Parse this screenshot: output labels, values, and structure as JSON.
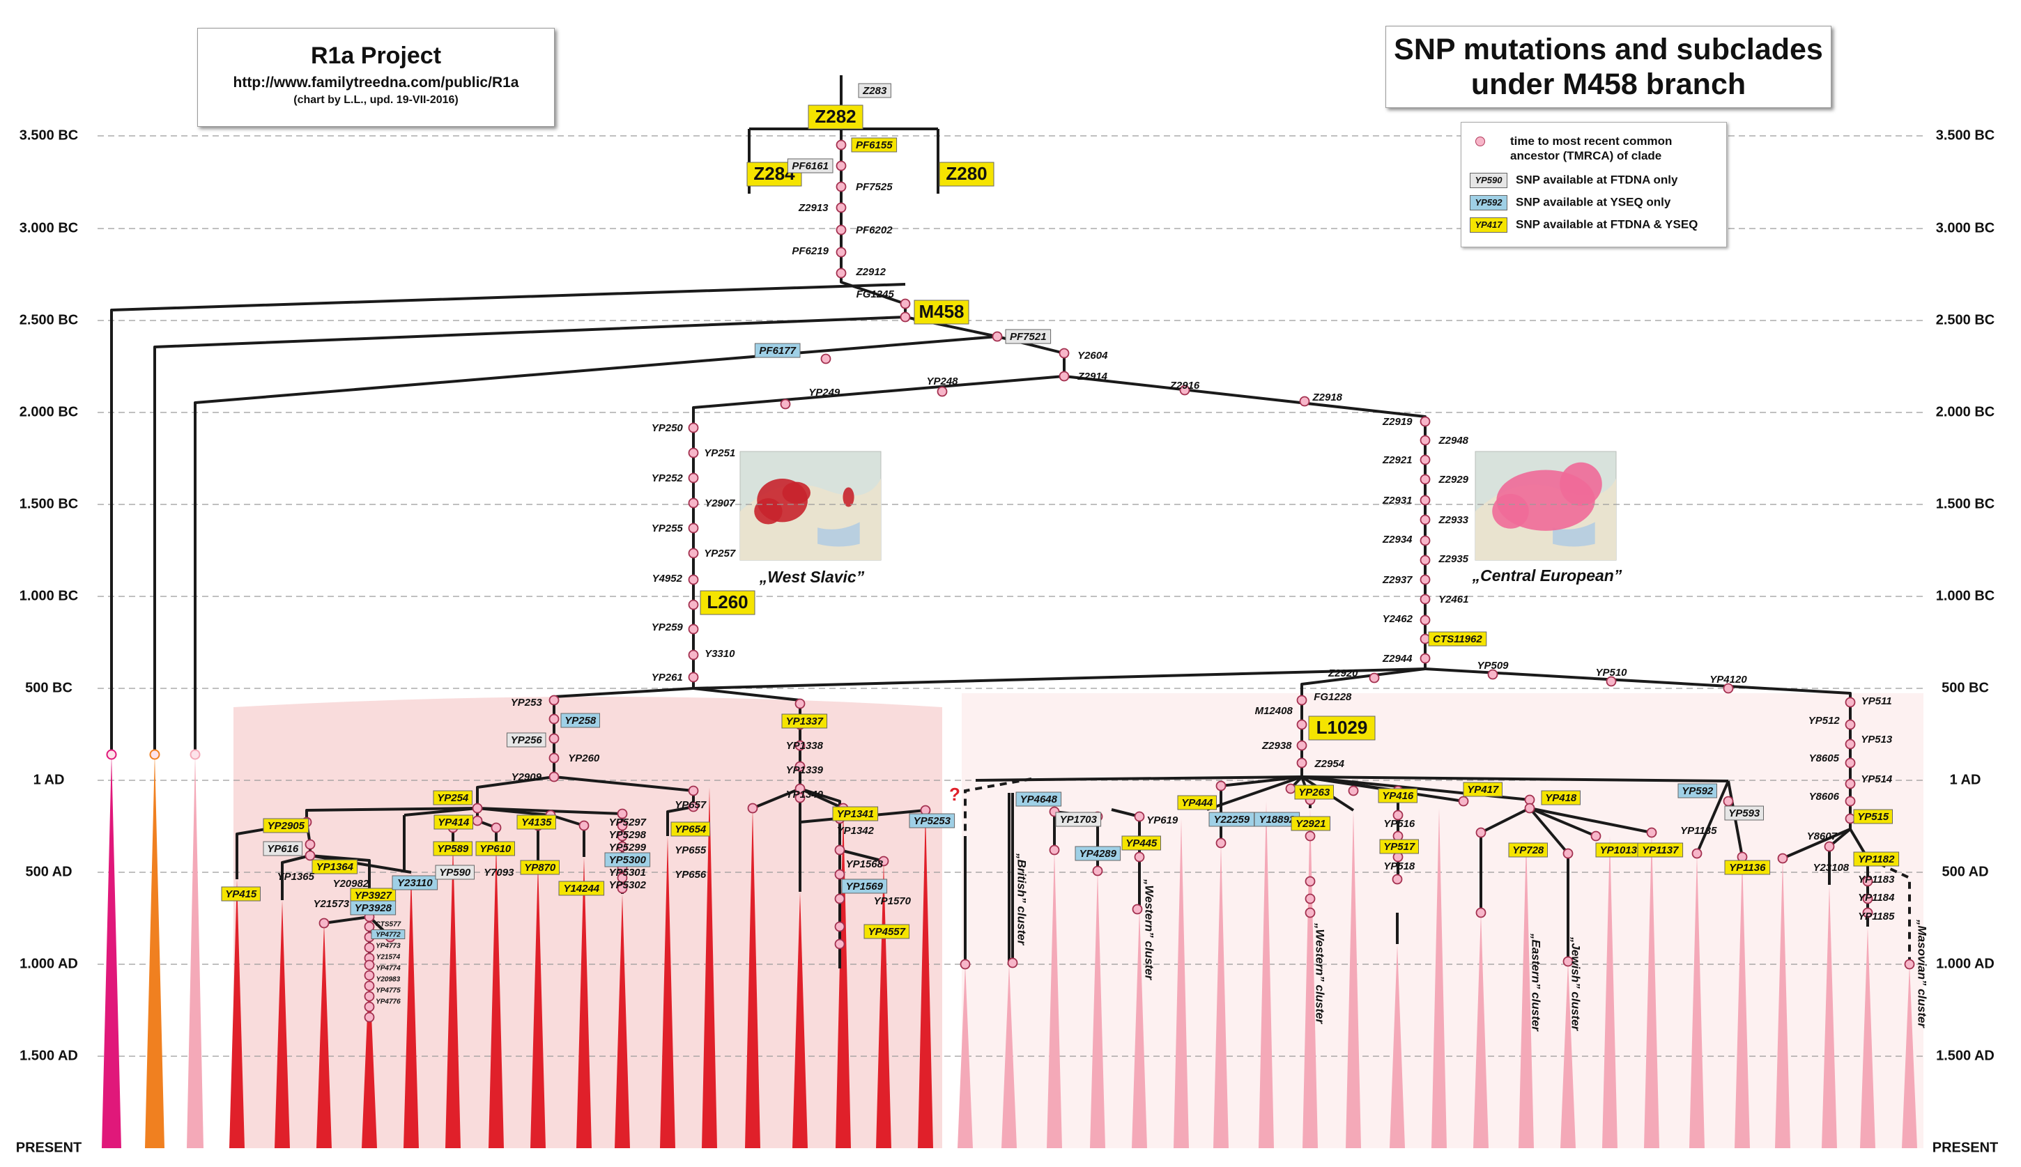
{
  "project": {
    "title": "R1a  Project",
    "url": "http://www.familytreedna.com/public/R1a",
    "credit": "(chart by L.L., upd. 19-VII-2016)"
  },
  "chart_title": {
    "line1": "SNP mutations and subclades",
    "line2": "under M458 branch"
  },
  "legend": {
    "tmrca_line1": "time to most recent common",
    "tmrca_line2": "ancestor (TMRCA) of clade",
    "ftdna_swatch": "YP590",
    "ftdna_label": "SNP available at FTDNA only",
    "yseq_swatch": "YP592",
    "yseq_label": "SNP available at YSEQ only",
    "both_swatch": "YP417",
    "both_label": "SNP available at FTDNA & YSEQ"
  },
  "colors": {
    "ftdna_only": "#e6e6e6",
    "yseq_only": "#9fd0e6",
    "ftdna_and_yseq": "#f5e400",
    "west_slavic_fill": "#f9dcdc",
    "central_european_fill": "#fdf1f1",
    "lineage_red": "#e0202a",
    "lineage_pink": "#f4a9b8",
    "lineage_magenta": "#e0187a",
    "lineage_orange": "#f08020",
    "tmrca_dot": "#f7b6c9"
  },
  "time_axis": [
    "3.500 BC",
    "3.000 BC",
    "2.500 BC",
    "2.000 BC",
    "1.500 BC",
    "1.000 BC",
    "500 BC",
    "1 AD",
    "500 AD",
    "1.000 AD",
    "1.500 AD",
    "PRESENT"
  ],
  "region_labels": {
    "west_slavic": "„West Slavic”",
    "central_european": "„Central European”"
  },
  "cluster_labels": [
    "„British” cluster",
    "„Western” cluster",
    "„Western” cluster",
    "„Eastern” cluster",
    "„Jewish” cluster",
    "„Masovian” cluster"
  ],
  "unknown_mark": "?",
  "nodes": [
    {
      "id": "Z283",
      "fmt": "ftdna"
    },
    {
      "id": "Z282",
      "fmt": "both"
    },
    {
      "id": "Z284",
      "fmt": "both"
    },
    {
      "id": "Z280",
      "fmt": "both"
    },
    {
      "id": "PF6155",
      "fmt": "both"
    },
    {
      "id": "PF6161",
      "fmt": "ftdna"
    },
    {
      "id": "PF7525",
      "fmt": "none"
    },
    {
      "id": "Z2913",
      "fmt": "none"
    },
    {
      "id": "PF6202",
      "fmt": "none"
    },
    {
      "id": "PF6219",
      "fmt": "none"
    },
    {
      "id": "Z2912",
      "fmt": "none"
    },
    {
      "id": "FG1245",
      "fmt": "none"
    },
    {
      "id": "M458",
      "fmt": "both"
    },
    {
      "id": "PF7521",
      "fmt": "ftdna"
    },
    {
      "id": "PF6177",
      "fmt": "yseq"
    },
    {
      "id": "Y2604",
      "fmt": "none"
    },
    {
      "id": "Z2914",
      "fmt": "none"
    },
    {
      "id": "YP249",
      "fmt": "none"
    },
    {
      "id": "YP248",
      "fmt": "none"
    },
    {
      "id": "Z2916",
      "fmt": "none"
    },
    {
      "id": "Z2918",
      "fmt": "none"
    },
    {
      "id": "YP250",
      "fmt": "none"
    },
    {
      "id": "YP251",
      "fmt": "none"
    },
    {
      "id": "YP252",
      "fmt": "none"
    },
    {
      "id": "Y2907",
      "fmt": "none"
    },
    {
      "id": "YP255",
      "fmt": "none"
    },
    {
      "id": "YP257",
      "fmt": "none"
    },
    {
      "id": "Y4952",
      "fmt": "none"
    },
    {
      "id": "L260",
      "fmt": "both"
    },
    {
      "id": "YP259",
      "fmt": "none"
    },
    {
      "id": "Y3310",
      "fmt": "none"
    },
    {
      "id": "YP261",
      "fmt": "none"
    },
    {
      "id": "Z2919",
      "fmt": "none"
    },
    {
      "id": "Z2948",
      "fmt": "none"
    },
    {
      "id": "Z2921",
      "fmt": "none"
    },
    {
      "id": "Z2929",
      "fmt": "none"
    },
    {
      "id": "Z2931",
      "fmt": "none"
    },
    {
      "id": "Z2933",
      "fmt": "none"
    },
    {
      "id": "Z2934",
      "fmt": "none"
    },
    {
      "id": "Z2935",
      "fmt": "none"
    },
    {
      "id": "Z2937",
      "fmt": "none"
    },
    {
      "id": "Y2461",
      "fmt": "none"
    },
    {
      "id": "Y2462",
      "fmt": "none"
    },
    {
      "id": "CTS11962",
      "fmt": "both"
    },
    {
      "id": "Z2944",
      "fmt": "none"
    },
    {
      "id": "Z2920",
      "fmt": "none"
    },
    {
      "id": "YP509",
      "fmt": "none"
    },
    {
      "id": "YP510",
      "fmt": "none"
    },
    {
      "id": "YP4120",
      "fmt": "none"
    },
    {
      "id": "FG1228",
      "fmt": "none"
    },
    {
      "id": "M12408",
      "fmt": "none"
    },
    {
      "id": "L1029",
      "fmt": "both"
    },
    {
      "id": "Z2938",
      "fmt": "none"
    },
    {
      "id": "Z2954",
      "fmt": "none"
    },
    {
      "id": "YP511",
      "fmt": "none"
    },
    {
      "id": "YP512",
      "fmt": "none"
    },
    {
      "id": "YP513",
      "fmt": "none"
    },
    {
      "id": "Y8605",
      "fmt": "none"
    },
    {
      "id": "YP514",
      "fmt": "none"
    },
    {
      "id": "Y8606",
      "fmt": "none"
    },
    {
      "id": "YP515",
      "fmt": "both"
    },
    {
      "id": "Y8607",
      "fmt": "none"
    },
    {
      "id": "YP253",
      "fmt": "none"
    },
    {
      "id": "YP258",
      "fmt": "yseq"
    },
    {
      "id": "YP256",
      "fmt": "ftdna"
    },
    {
      "id": "YP260",
      "fmt": "none"
    },
    {
      "id": "Y2909",
      "fmt": "none"
    },
    {
      "id": "YP1337",
      "fmt": "both"
    },
    {
      "id": "YP1338",
      "fmt": "none"
    },
    {
      "id": "YP1339",
      "fmt": "none"
    },
    {
      "id": "YP1340",
      "fmt": "none"
    },
    {
      "id": "YP254",
      "fmt": "both"
    },
    {
      "id": "YP2905",
      "fmt": "both"
    },
    {
      "id": "YP616",
      "fmt": "ftdna"
    },
    {
      "id": "YP1364",
      "fmt": "both"
    },
    {
      "id": "YP1365",
      "fmt": "none"
    },
    {
      "id": "Y20982",
      "fmt": "none"
    },
    {
      "id": "YP415",
      "fmt": "both"
    },
    {
      "id": "Y21573",
      "fmt": "none"
    },
    {
      "id": "YP3927",
      "fmt": "both"
    },
    {
      "id": "YP3928",
      "fmt": "yseq"
    },
    {
      "id": "CTS577",
      "fmt": "none"
    },
    {
      "id": "YP4772",
      "fmt": "yseq"
    },
    {
      "id": "YP4773",
      "fmt": "none"
    },
    {
      "id": "Y21574",
      "fmt": "none"
    },
    {
      "id": "YP4774",
      "fmt": "none"
    },
    {
      "id": "Y20983",
      "fmt": "none"
    },
    {
      "id": "YP4775",
      "fmt": "none"
    },
    {
      "id": "YP4776",
      "fmt": "none"
    },
    {
      "id": "Y23110",
      "fmt": "yseq"
    },
    {
      "id": "YP414",
      "fmt": "both"
    },
    {
      "id": "YP589",
      "fmt": "both"
    },
    {
      "id": "YP590",
      "fmt": "ftdna"
    },
    {
      "id": "YP610",
      "fmt": "both"
    },
    {
      "id": "Y7093",
      "fmt": "none"
    },
    {
      "id": "Y4135",
      "fmt": "both"
    },
    {
      "id": "YP870",
      "fmt": "both"
    },
    {
      "id": "Y14244",
      "fmt": "both"
    },
    {
      "id": "YP5297",
      "fmt": "none"
    },
    {
      "id": "YP5298",
      "fmt": "none"
    },
    {
      "id": "YP5299",
      "fmt": "none"
    },
    {
      "id": "YP5300",
      "fmt": "yseq"
    },
    {
      "id": "YP5301",
      "fmt": "none"
    },
    {
      "id": "YP5302",
      "fmt": "none"
    },
    {
      "id": "YP657",
      "fmt": "none"
    },
    {
      "id": "YP654",
      "fmt": "both"
    },
    {
      "id": "YP655",
      "fmt": "none"
    },
    {
      "id": "YP656",
      "fmt": "none"
    },
    {
      "id": "YP1341",
      "fmt": "both"
    },
    {
      "id": "YP1342",
      "fmt": "none"
    },
    {
      "id": "YP5253",
      "fmt": "yseq"
    },
    {
      "id": "YP1568",
      "fmt": "none"
    },
    {
      "id": "YP1569",
      "fmt": "yseq"
    },
    {
      "id": "YP1570",
      "fmt": "none"
    },
    {
      "id": "YP4557",
      "fmt": "both"
    },
    {
      "id": "YP4648",
      "fmt": "yseq"
    },
    {
      "id": "YP1703",
      "fmt": "ftdna"
    },
    {
      "id": "YP4289",
      "fmt": "yseq"
    },
    {
      "id": "YP619",
      "fmt": "none"
    },
    {
      "id": "YP445",
      "fmt": "both"
    },
    {
      "id": "YP444",
      "fmt": "both"
    },
    {
      "id": "Y22259",
      "fmt": "yseq"
    },
    {
      "id": "Y18892",
      "fmt": "yseq"
    },
    {
      "id": "YP263",
      "fmt": "both"
    },
    {
      "id": "Y2921",
      "fmt": "both"
    },
    {
      "id": "YP416",
      "fmt": "both"
    },
    {
      "id": "YP516",
      "fmt": "none"
    },
    {
      "id": "YP517",
      "fmt": "both"
    },
    {
      "id": "YP518",
      "fmt": "none"
    },
    {
      "id": "YP417",
      "fmt": "both"
    },
    {
      "id": "YP418",
      "fmt": "both"
    },
    {
      "id": "YP728",
      "fmt": "both"
    },
    {
      "id": "YP1013",
      "fmt": "both"
    },
    {
      "id": "YP1137",
      "fmt": "both"
    },
    {
      "id": "YP592",
      "fmt": "yseq"
    },
    {
      "id": "YP593",
      "fmt": "ftdna"
    },
    {
      "id": "YP1135",
      "fmt": "none"
    },
    {
      "id": "YP1136",
      "fmt": "both"
    },
    {
      "id": "Y23108",
      "fmt": "none"
    },
    {
      "id": "YP1182",
      "fmt": "both"
    },
    {
      "id": "YP1183",
      "fmt": "none"
    },
    {
      "id": "YP1184",
      "fmt": "none"
    },
    {
      "id": "YP1185",
      "fmt": "none"
    }
  ]
}
